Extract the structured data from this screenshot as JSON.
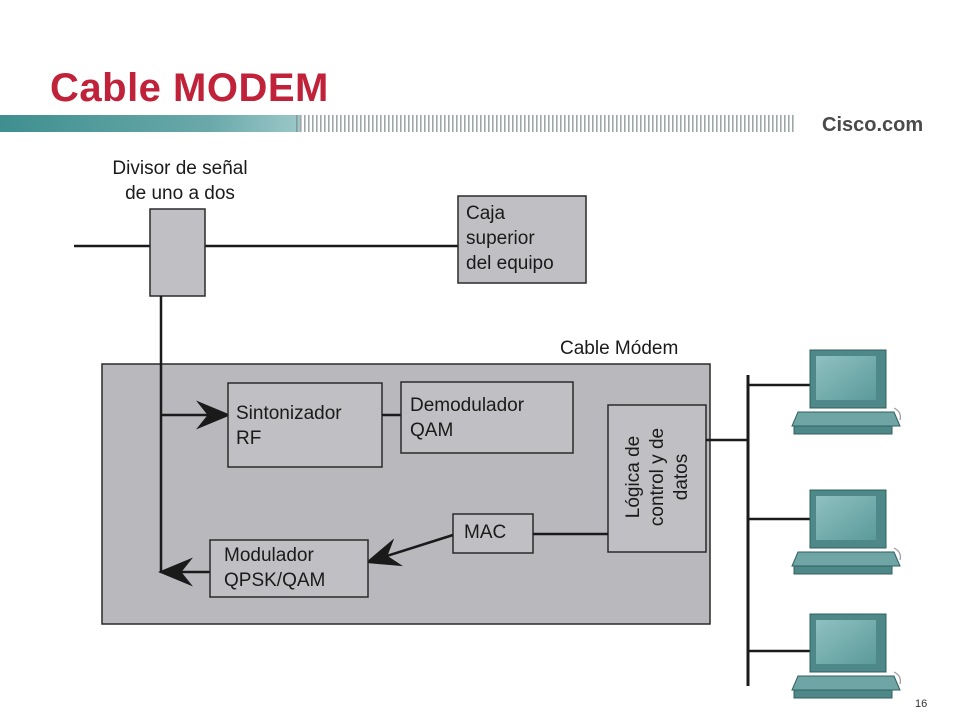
{
  "slide": {
    "title": "Cable MODEM",
    "brand": "Cisco.com",
    "page_number": "16"
  },
  "diagram": {
    "splitter_label_line1": "Divisor de señal",
    "splitter_label_line2": "de uno a dos",
    "settop_box": [
      "Caja",
      "superior",
      "del equipo"
    ],
    "cable_modem_label": "Cable Módem",
    "tuner": [
      "Sintonizador",
      "RF"
    ],
    "demodulator": [
      "Demodulador",
      "QAM"
    ],
    "mac": "MAC",
    "modulator": [
      "Modulador",
      "QPSK/QAM"
    ],
    "control_logic": [
      "Lógica de",
      "control y de",
      "datos"
    ]
  },
  "colors": {
    "title_red": "#c0223a",
    "header_teal": "#4f9a9a",
    "box_fill": "#c0c0c4",
    "modem_fill": "#b9b8bd",
    "computer_teal": "#5f9e9e"
  }
}
